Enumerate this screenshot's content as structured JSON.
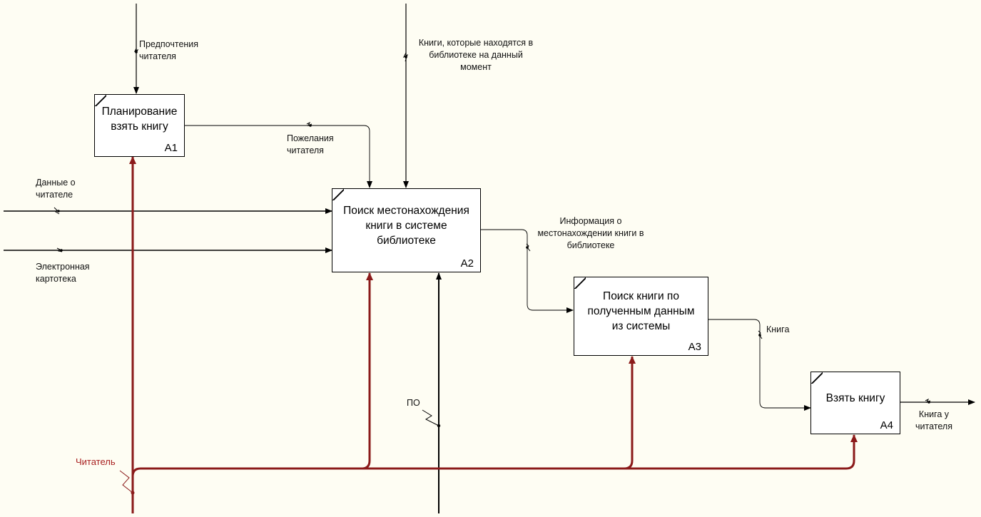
{
  "colors": {
    "background": "#fefdf3",
    "mechanism": "#8b1a1a",
    "line": "#000000"
  },
  "activities": [
    {
      "id": "a1",
      "title": "Планирование\nвзять книгу",
      "code": "A1"
    },
    {
      "id": "a2",
      "title": "Поиск местонахождения\nкниги в системе\nбиблиотеке",
      "code": "A2"
    },
    {
      "id": "a3",
      "title": "Поиск книги по\nполученным данным\nиз системы",
      "code": "A3"
    },
    {
      "id": "a4",
      "title": "Взять книгу",
      "code": "A4"
    }
  ],
  "arrows": {
    "preferences": "Предпочтения\nчитателя",
    "books_in_library": "Книги, которые находятся в\nбиблиотеке на данный\nмомент",
    "wishes": "Пожелания\nчитателя",
    "reader_data": "Данные о\nчитателе",
    "catalog": "Электронная\nкартотека",
    "location_info": "Информация о\nместонахождении книги в\nбиблиотеке",
    "book": "Книга",
    "book_at_reader": "Книга у\nчитателя",
    "software": "ПО",
    "reader": "Читатель"
  }
}
